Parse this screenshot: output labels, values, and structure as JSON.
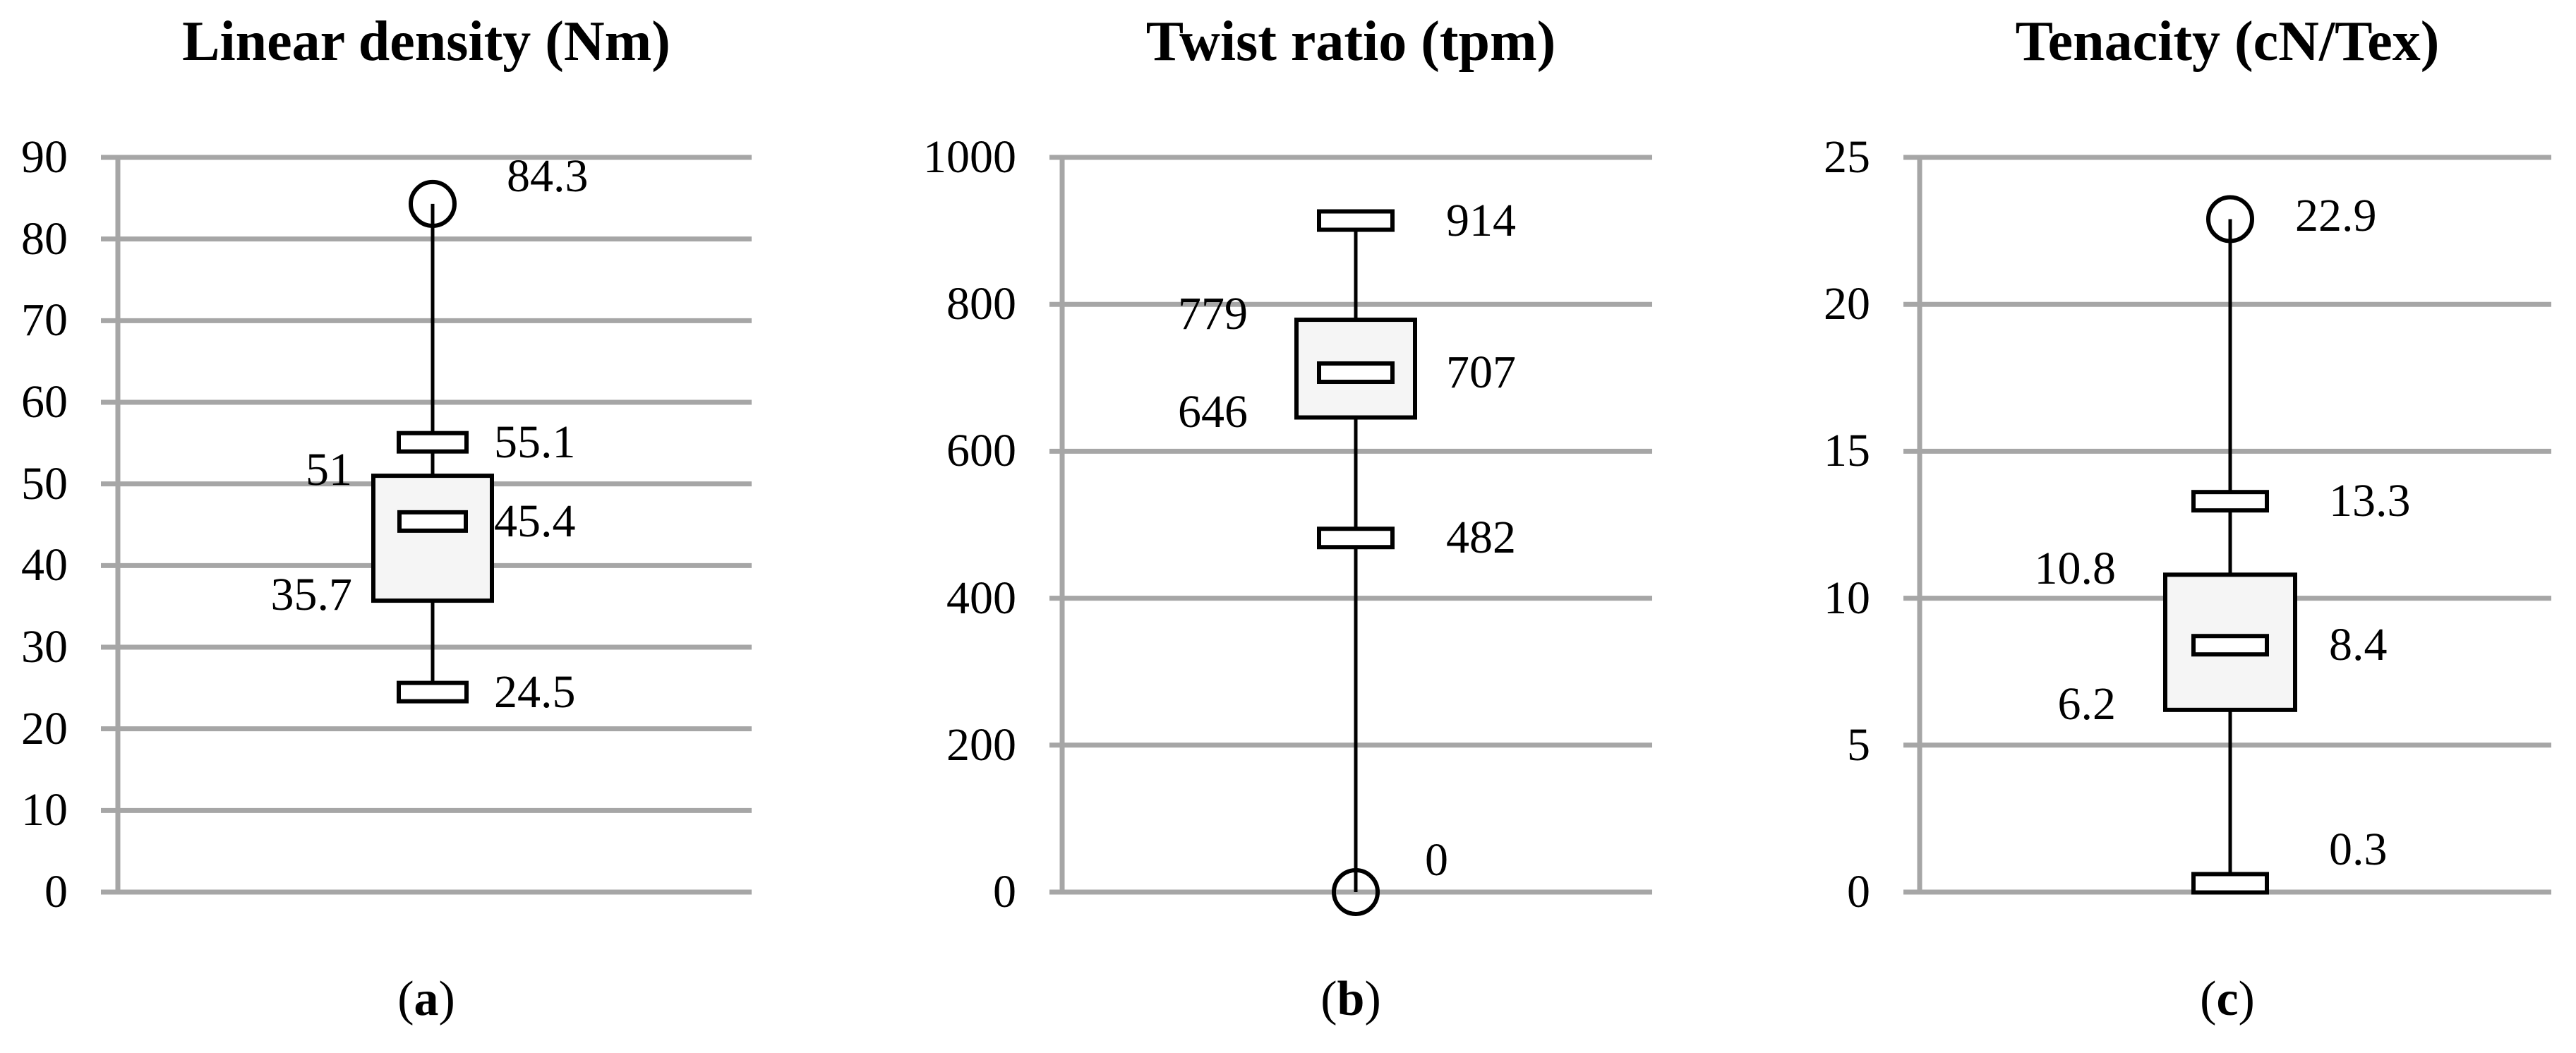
{
  "figure": {
    "background": "#ffffff",
    "grid_color": "#a6a6a6",
    "box_fill": "#f5f5f5",
    "box_stroke": "#000000",
    "marker_fill": "#ffffff",
    "text_color": "#000000"
  },
  "chart_data": [
    {
      "type": "box",
      "title": "Linear density (Nm)",
      "caption": {
        "open": "(",
        "letter": "a",
        "close": ")"
      },
      "ylim": [
        0,
        90
      ],
      "ytick_step": 10,
      "yticks": [
        90,
        80,
        70,
        60,
        50,
        40,
        30,
        20,
        10,
        0
      ],
      "grid": true,
      "legend": "none",
      "stats": {
        "outlier": 84.3,
        "whisker_high": 55.1,
        "q3": 51,
        "median": 45.4,
        "q1": 35.7,
        "whisker_low": 24.5
      },
      "outlier_side": "high",
      "point_labels": {
        "outlier": "84.3",
        "whisker_high": "55.1",
        "median": "45.4",
        "whisker_low": "24.5",
        "q3": "51",
        "q1": "35.7"
      }
    },
    {
      "type": "box",
      "title": "Twist ratio (tpm)",
      "caption": {
        "open": "(",
        "letter": "b",
        "close": ")"
      },
      "ylim": [
        0,
        1000
      ],
      "ytick_step": 200,
      "yticks": [
        1000,
        800,
        600,
        400,
        200,
        0
      ],
      "grid": true,
      "legend": "none",
      "stats": {
        "outlier": 0,
        "whisker_high": 914,
        "q3": 779,
        "median": 707,
        "q1": 646,
        "whisker_low": 482
      },
      "outlier_side": "low",
      "point_labels": {
        "outlier": "0",
        "whisker_high": "914",
        "median": "707",
        "whisker_low": "482",
        "q3": "779",
        "q1": "646"
      }
    },
    {
      "type": "box",
      "title": "Tenacity (cN/Tex)",
      "caption": {
        "open": "(",
        "letter": "c",
        "close": ")"
      },
      "ylim": [
        0,
        25
      ],
      "ytick_step": 5,
      "yticks": [
        25,
        20,
        15,
        10,
        5,
        0
      ],
      "grid": true,
      "legend": "none",
      "stats": {
        "outlier": 22.9,
        "whisker_high": 13.3,
        "q3": 10.8,
        "median": 8.4,
        "q1": 6.2,
        "whisker_low": 0.3
      },
      "outlier_side": "high",
      "point_labels": {
        "outlier": "22.9",
        "whisker_high": "13.3",
        "median": "8.4",
        "whisker_low": "0.3",
        "q3": "10.8",
        "q1": "6.2"
      }
    }
  ]
}
